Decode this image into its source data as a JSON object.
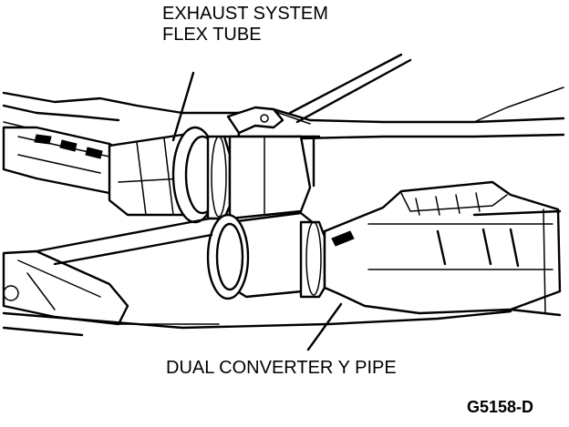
{
  "labels": {
    "flex_tube_line1": "EXHAUST SYSTEM",
    "flex_tube_line2": "FLEX TUBE",
    "y_pipe": "DUAL CONVERTER Y PIPE",
    "figure_code": "G5158-D"
  }
}
